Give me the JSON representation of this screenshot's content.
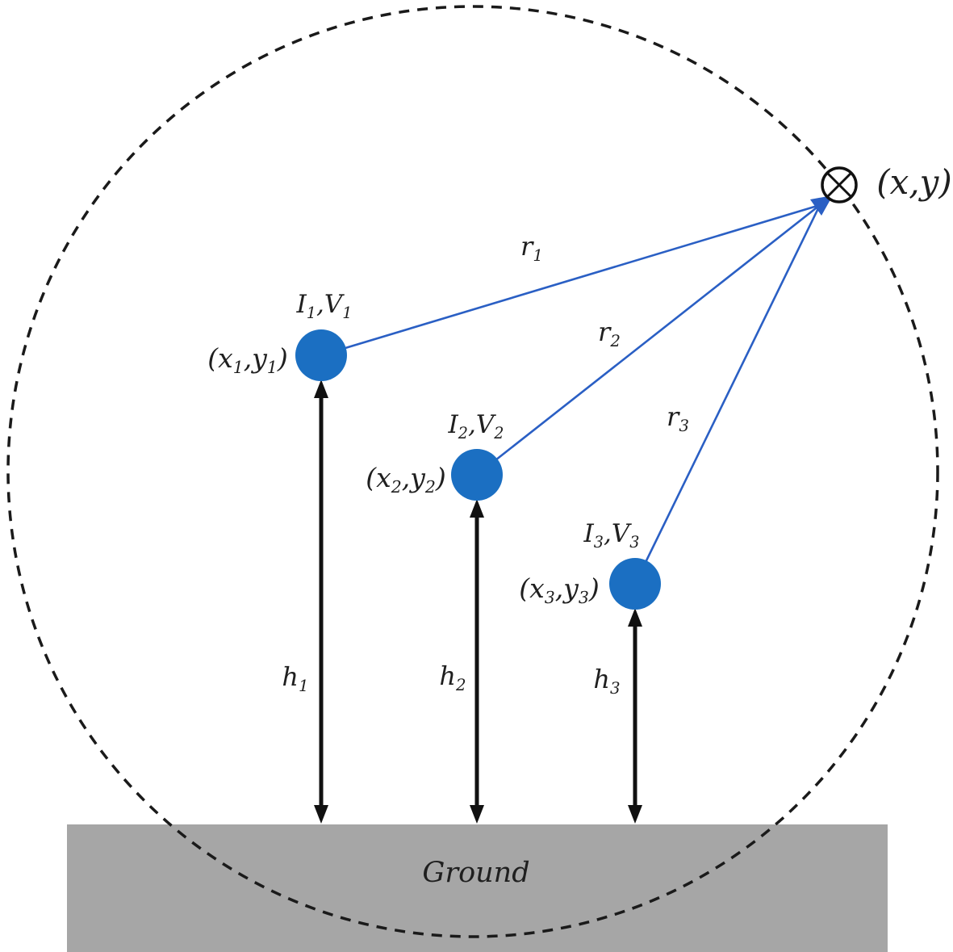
{
  "title": "Three conductors above ground with distances to field point",
  "colors": {
    "conductor_fill": "#1B6FC2",
    "ray_blue": "#2A5FC4",
    "ground_fill": "#A6A6A6",
    "dash_black": "#1A1A1A",
    "arrow_black": "#111111",
    "text_black": "#1F1F1F"
  },
  "field_point": {
    "label": "(x,y)",
    "symbol": "circled-times"
  },
  "ground": {
    "label": "Ground"
  },
  "conductors": [
    {
      "iv_parts": [
        {
          "t": "I"
        },
        {
          "t": "1",
          "sub": true
        },
        {
          "t": ",V"
        },
        {
          "t": "1",
          "sub": true
        }
      ],
      "xy_parts": [
        {
          "t": "(x"
        },
        {
          "t": "1",
          "sub": true
        },
        {
          "t": ",y"
        },
        {
          "t": "1",
          "sub": true
        },
        {
          "t": ")"
        }
      ],
      "r_parts": [
        {
          "t": "r"
        },
        {
          "t": "1",
          "sub": true
        }
      ],
      "h_parts": [
        {
          "t": "h"
        },
        {
          "t": "1",
          "sub": true
        }
      ]
    },
    {
      "iv_parts": [
        {
          "t": "I"
        },
        {
          "t": "2",
          "sub": true
        },
        {
          "t": ",V"
        },
        {
          "t": "2",
          "sub": true
        }
      ],
      "xy_parts": [
        {
          "t": "(x"
        },
        {
          "t": "2",
          "sub": true
        },
        {
          "t": ",y"
        },
        {
          "t": "2",
          "sub": true
        },
        {
          "t": ")"
        }
      ],
      "r_parts": [
        {
          "t": "r"
        },
        {
          "t": "2",
          "sub": true
        }
      ],
      "h_parts": [
        {
          "t": "h"
        },
        {
          "t": "2",
          "sub": true
        }
      ]
    },
    {
      "iv_parts": [
        {
          "t": "I"
        },
        {
          "t": "3",
          "sub": true
        },
        {
          "t": ",V"
        },
        {
          "t": "3",
          "sub": true
        }
      ],
      "xy_parts": [
        {
          "t": "(x"
        },
        {
          "t": "3",
          "sub": true
        },
        {
          "t": ",y"
        },
        {
          "t": "3",
          "sub": true
        },
        {
          "t": ")"
        }
      ],
      "r_parts": [
        {
          "t": "r"
        },
        {
          "t": "3",
          "sub": true
        }
      ],
      "h_parts": [
        {
          "t": "h"
        },
        {
          "t": "3",
          "sub": true
        }
      ]
    }
  ]
}
